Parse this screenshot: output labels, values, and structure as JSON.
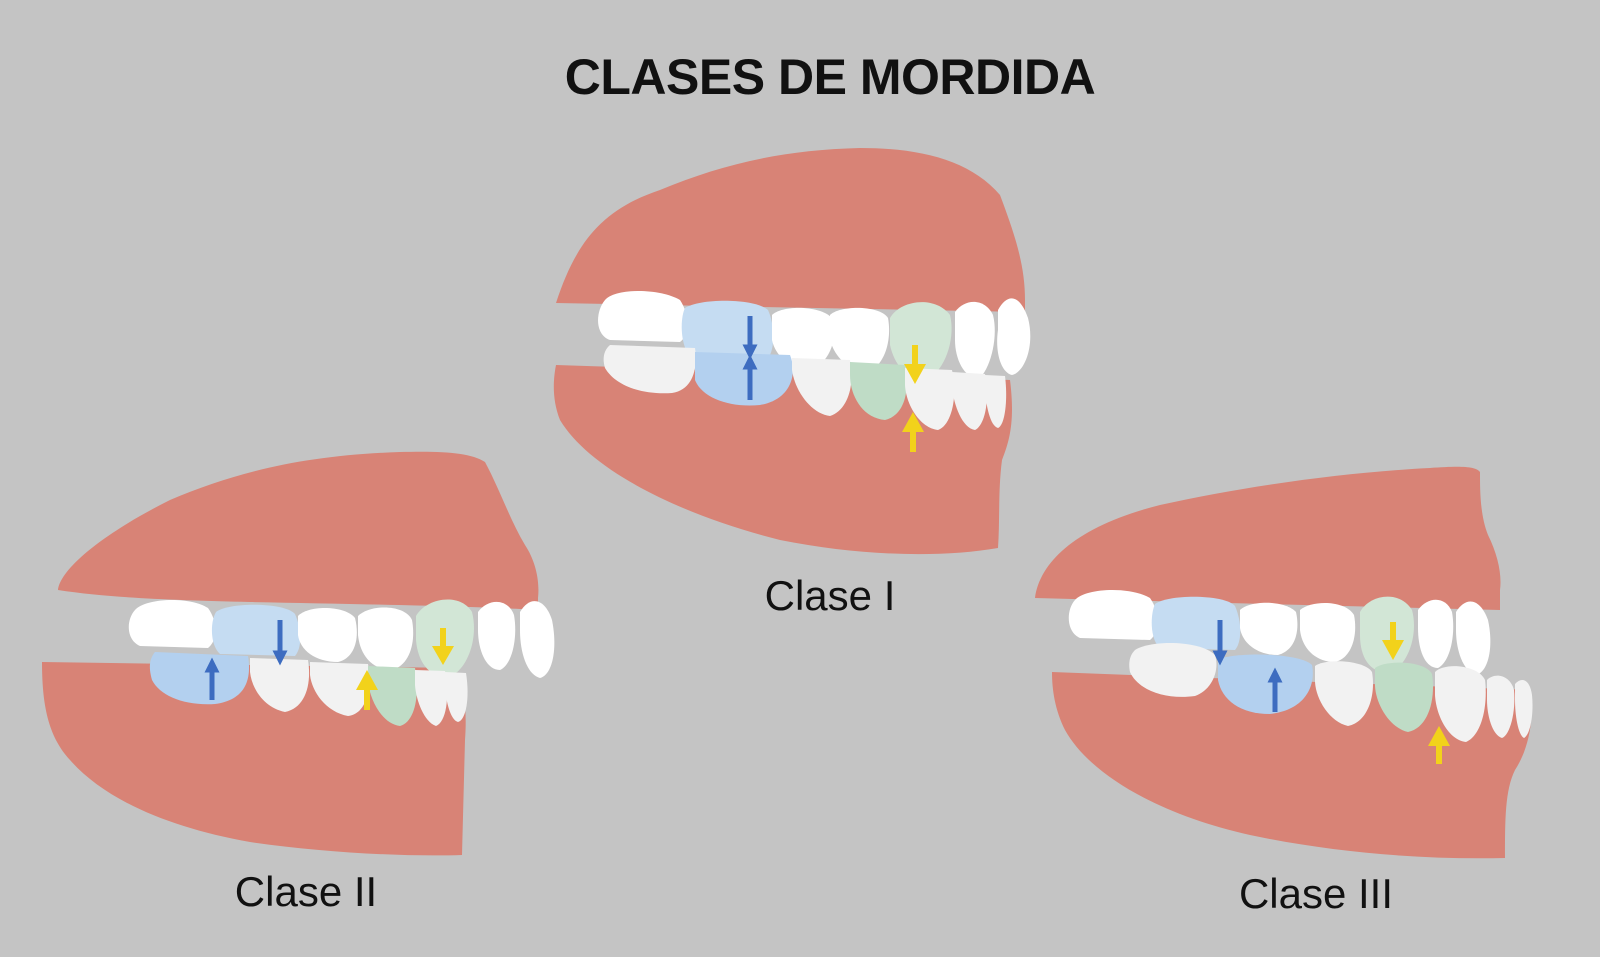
{
  "title": "CLASES DE MORDIDA",
  "diagrams": [
    {
      "id": "class-1",
      "label": "Clase I"
    },
    {
      "id": "class-2",
      "label": "Clase II"
    },
    {
      "id": "class-3",
      "label": "Clase III"
    }
  ],
  "colors": {
    "background": "#c4c4c4",
    "gum": "#d88376",
    "tooth": "#ffffff",
    "tooth_lower": "#f2f2f2",
    "molar_blue": "#c5dcf2",
    "molar_blue_lower": "#b3d0ef",
    "canine_green": "#d2e6d6",
    "canine_green_lower": "#bfdcc6",
    "arrow_blue": "#3d6cc0",
    "arrow_yellow": "#f2d21b"
  }
}
